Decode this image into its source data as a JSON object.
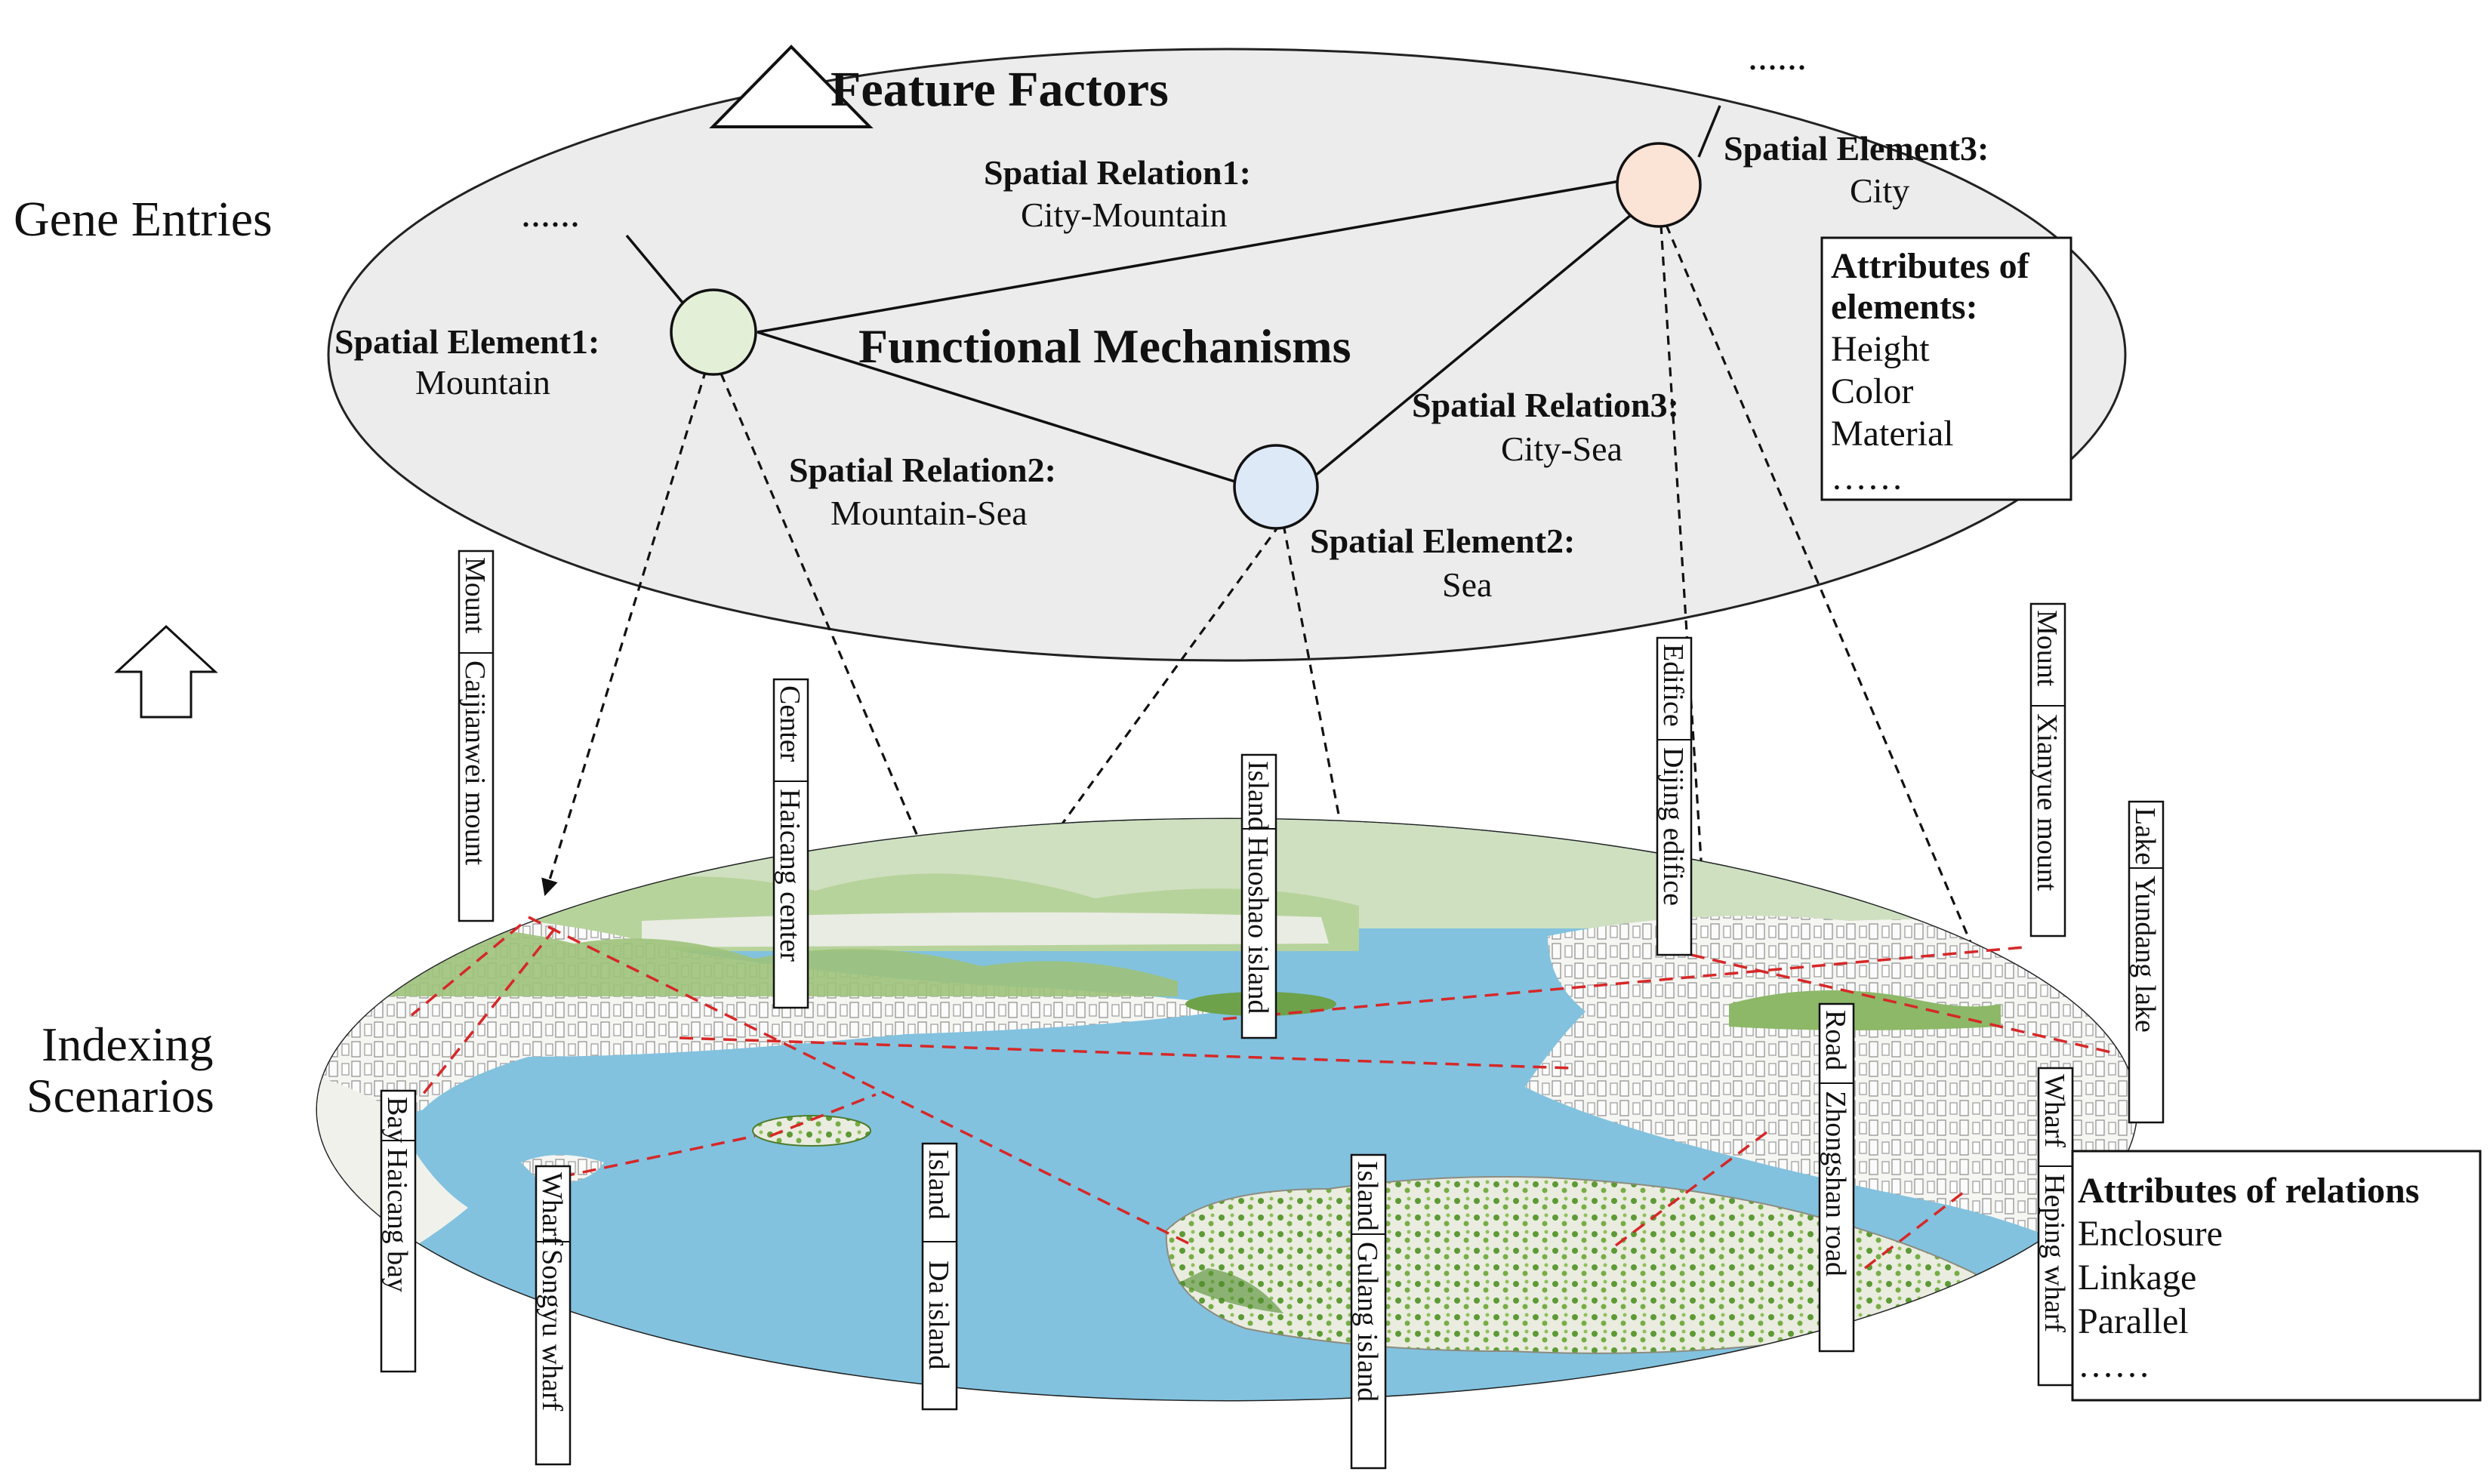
{
  "side_labels": {
    "gene_entries": "Gene Entries",
    "indexing_line1": "Indexing",
    "indexing_line2": "Scenarios"
  },
  "top": {
    "feature_factors": "Feature Factors",
    "functional_mechanisms": "Functional Mechanisms",
    "ellipsis_top_right": "......",
    "ellipsis_left": "......"
  },
  "elements": {
    "mountain": {
      "title": "Spatial Element1:",
      "name": "Mountain",
      "color": "#e4efd8"
    },
    "sea": {
      "title": "Spatial Element2:",
      "name": "Sea",
      "color": "#dde9f6"
    },
    "city": {
      "title": "Spatial Element3:",
      "name": "City",
      "color": "#fbe3d6"
    }
  },
  "relations": {
    "r1": {
      "title": "Spatial Relation1:",
      "name": "City-Mountain"
    },
    "r2": {
      "title": "Spatial Relation2:",
      "name": "Mountain-Sea"
    },
    "r3": {
      "title": "Spatial Relation3:",
      "name": "City-Sea"
    }
  },
  "attributes_elements": {
    "head1": "Attributes of",
    "head2": "elements:",
    "items": [
      "Height",
      "Color",
      "Material",
      "……"
    ]
  },
  "attributes_relations": {
    "head": "Attributes of relations",
    "items": [
      "Enclosure",
      "Linkage",
      "Parallel",
      "……"
    ]
  },
  "place_labels": [
    {
      "id": "cajianwei",
      "a": "Mount",
      "b": "Caijianwei mount"
    },
    {
      "id": "haicang-center",
      "a": "Center",
      "b": "Haicang center"
    },
    {
      "id": "huoshao",
      "a": "Island",
      "b": "Huoshao island"
    },
    {
      "id": "dijing",
      "a": "Edifice",
      "b": "Dijing edifice"
    },
    {
      "id": "xianyue",
      "a": "Mount",
      "b": "Xianyue mount"
    },
    {
      "id": "yundang",
      "a": "Lake",
      "b": "Yundang lake"
    },
    {
      "id": "zhongshan",
      "a": "Road",
      "b": "Zhongshan road"
    },
    {
      "id": "heping",
      "a": "Wharf",
      "b": "Heping wharf"
    },
    {
      "id": "haicang-bay",
      "a": "Bay",
      "b": "Haicang bay"
    },
    {
      "id": "songyu",
      "a": "Wharf",
      "b": "Songyu wharf"
    },
    {
      "id": "da",
      "a": "Island",
      "b": "Da island"
    },
    {
      "id": "gulang",
      "a": "Island",
      "b": "Gulang island"
    }
  ],
  "colors": {
    "ellipse_fill": "#ececec",
    "sea": "#7fc0de",
    "land": "#f3f3ef",
    "hills": "#a9c98a",
    "red_dash": "#d62828"
  }
}
